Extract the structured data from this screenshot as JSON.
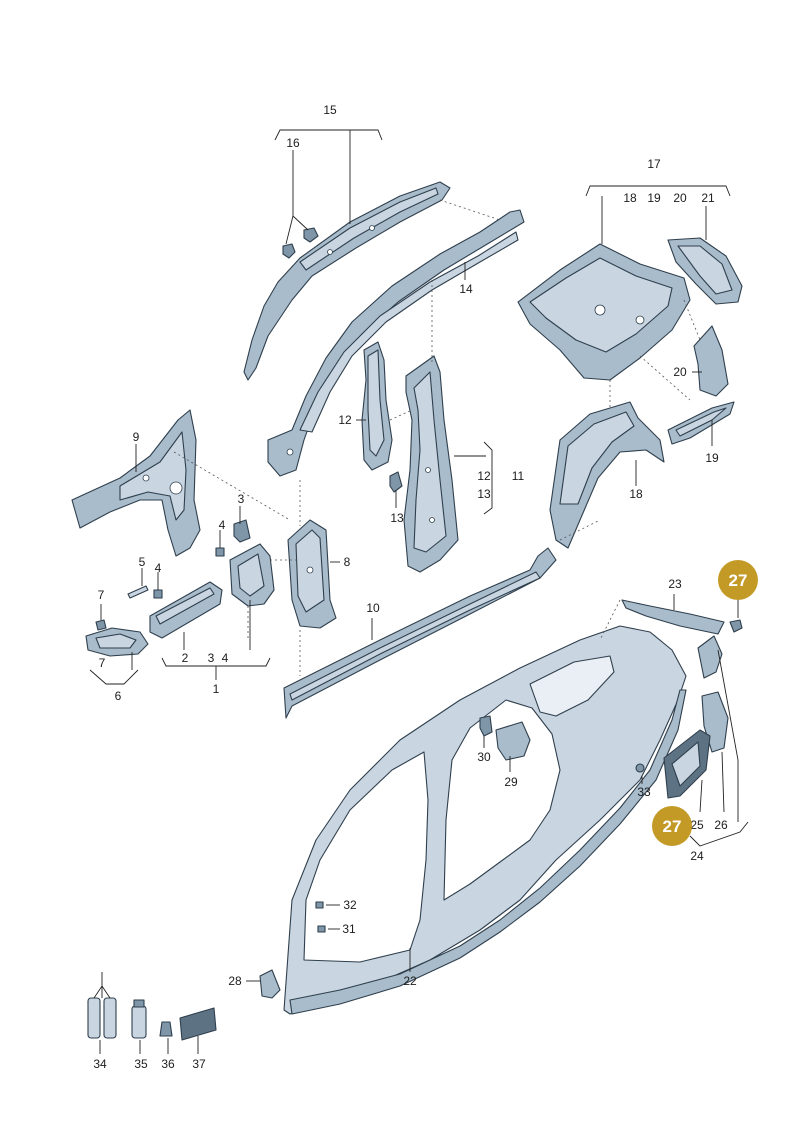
{
  "diagram": {
    "labels": {
      "l1": "1",
      "l2": "2",
      "l3a": "3",
      "l3b": "3",
      "l4a": "4",
      "l4b": "4",
      "l4c": "4",
      "l5": "5",
      "l6": "6",
      "l7a": "7",
      "l7b": "7",
      "l8": "8",
      "l9": "9",
      "l10": "10",
      "l11": "11",
      "l12a": "12",
      "l12b": "12",
      "l13a": "13",
      "l13b": "13",
      "l14": "14",
      "l15": "15",
      "l16": "16",
      "l17": "17",
      "l18a": "18",
      "l18b": "18",
      "l19a": "19",
      "l19b": "19",
      "l20a": "20",
      "l20b": "20",
      "l21": "21",
      "l22": "22",
      "l23": "23",
      "l24": "24",
      "l25": "25",
      "l26": "26",
      "l28": "28",
      "l29": "29",
      "l30": "30",
      "l31": "31",
      "l32": "32",
      "l33": "33",
      "l34": "34",
      "l35": "35",
      "l36": "36",
      "l37": "37"
    },
    "callouts": {
      "top": "27",
      "bottom": "27"
    },
    "colors": {
      "callout": "#c49a27",
      "part_light": "#c9d6e1",
      "part_mid": "#a9bccb",
      "part_dark": "#7f95a8",
      "outline": "#2f3f4d"
    }
  }
}
